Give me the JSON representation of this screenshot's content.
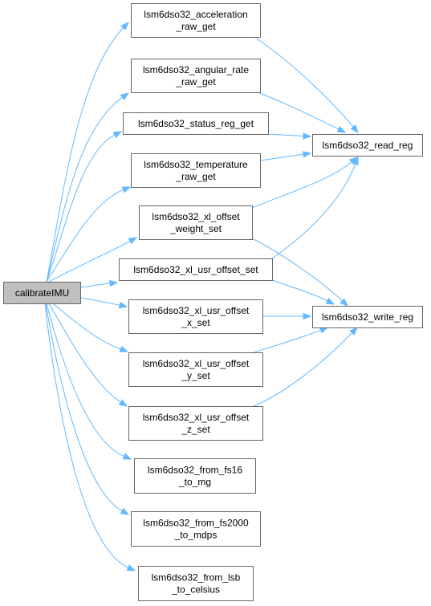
{
  "graph": {
    "edge_color": "#63B8FF",
    "root_fill": "#BFBFBF",
    "node_fill": "#FFFFFF",
    "border_color": "#666666",
    "nodes": [
      {
        "id": "calibrateIMU",
        "lines": [
          "calibrateIMU"
        ]
      },
      {
        "id": "acceleration_raw_get",
        "lines": [
          "lsm6dso32_acceleration",
          "_raw_get"
        ]
      },
      {
        "id": "angular_rate_raw_get",
        "lines": [
          "lsm6dso32_angular_rate",
          "_raw_get"
        ]
      },
      {
        "id": "status_reg_get",
        "lines": [
          "lsm6dso32_status_reg_get"
        ]
      },
      {
        "id": "temperature_raw_get",
        "lines": [
          "lsm6dso32_temperature",
          "_raw_get"
        ]
      },
      {
        "id": "xl_offset_weight_set",
        "lines": [
          "lsm6dso32_xl_offset",
          "_weight_set"
        ]
      },
      {
        "id": "xl_usr_offset_set",
        "lines": [
          "lsm6dso32_xl_usr_offset_set"
        ]
      },
      {
        "id": "xl_usr_offset_x_set",
        "lines": [
          "lsm6dso32_xl_usr_offset",
          "_x_set"
        ]
      },
      {
        "id": "xl_usr_offset_y_set",
        "lines": [
          "lsm6dso32_xl_usr_offset",
          "_y_set"
        ]
      },
      {
        "id": "xl_usr_offset_z_set",
        "lines": [
          "lsm6dso32_xl_usr_offset",
          "_z_set"
        ]
      },
      {
        "id": "from_fs16_to_mg",
        "lines": [
          "lsm6dso32_from_fs16",
          "_to_mg"
        ]
      },
      {
        "id": "from_fs2000_to_mdps",
        "lines": [
          "lsm6dso32_from_fs2000",
          "_to_mdps"
        ]
      },
      {
        "id": "from_lsb_to_celsius",
        "lines": [
          "lsm6dso32_from_lsb",
          "_to_celsius"
        ]
      },
      {
        "id": "read_reg",
        "lines": [
          "lsm6dso32_read_reg"
        ]
      },
      {
        "id": "write_reg",
        "lines": [
          "lsm6dso32_write_reg"
        ]
      }
    ],
    "edges": [
      {
        "from": "calibrateIMU",
        "to": "acceleration_raw_get"
      },
      {
        "from": "calibrateIMU",
        "to": "angular_rate_raw_get"
      },
      {
        "from": "calibrateIMU",
        "to": "status_reg_get"
      },
      {
        "from": "calibrateIMU",
        "to": "temperature_raw_get"
      },
      {
        "from": "calibrateIMU",
        "to": "xl_offset_weight_set"
      },
      {
        "from": "calibrateIMU",
        "to": "xl_usr_offset_set"
      },
      {
        "from": "calibrateIMU",
        "to": "xl_usr_offset_x_set"
      },
      {
        "from": "calibrateIMU",
        "to": "xl_usr_offset_y_set"
      },
      {
        "from": "calibrateIMU",
        "to": "xl_usr_offset_z_set"
      },
      {
        "from": "calibrateIMU",
        "to": "from_fs16_to_mg"
      },
      {
        "from": "calibrateIMU",
        "to": "from_fs2000_to_mdps"
      },
      {
        "from": "calibrateIMU",
        "to": "from_lsb_to_celsius"
      },
      {
        "from": "acceleration_raw_get",
        "to": "read_reg"
      },
      {
        "from": "angular_rate_raw_get",
        "to": "read_reg"
      },
      {
        "from": "status_reg_get",
        "to": "read_reg"
      },
      {
        "from": "temperature_raw_get",
        "to": "read_reg"
      },
      {
        "from": "xl_offset_weight_set",
        "to": "read_reg"
      },
      {
        "from": "xl_offset_weight_set",
        "to": "write_reg"
      },
      {
        "from": "xl_usr_offset_set",
        "to": "read_reg"
      },
      {
        "from": "xl_usr_offset_set",
        "to": "write_reg"
      },
      {
        "from": "xl_usr_offset_x_set",
        "to": "write_reg"
      },
      {
        "from": "xl_usr_offset_y_set",
        "to": "write_reg"
      },
      {
        "from": "xl_usr_offset_z_set",
        "to": "write_reg"
      }
    ]
  }
}
